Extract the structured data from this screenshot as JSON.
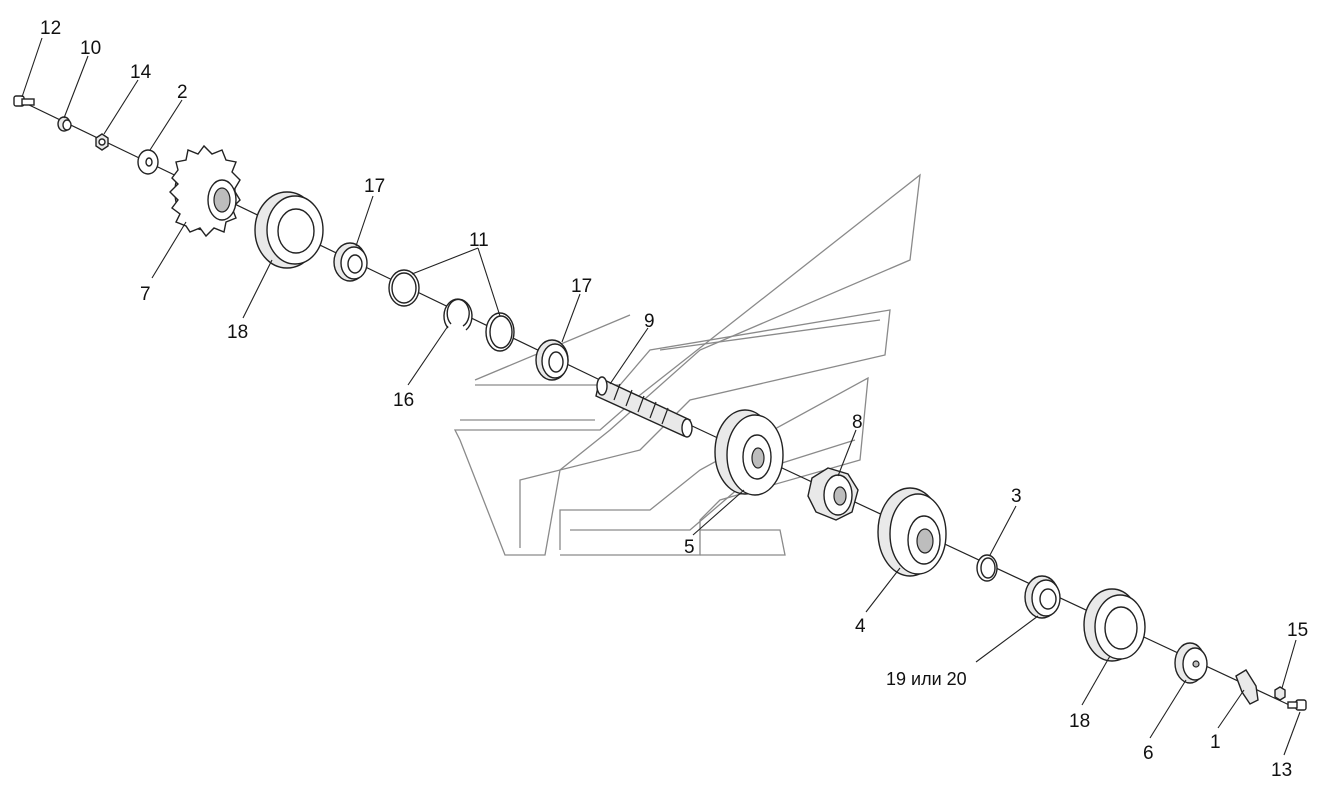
{
  "labels": {
    "p1": "1",
    "p2": "2",
    "p3": "3",
    "p4": "4",
    "p5": "5",
    "p6": "6",
    "p7": "7",
    "p8": "8",
    "p9": "9",
    "p10": "10",
    "p11": "11",
    "p12": "12",
    "p13": "13",
    "p14": "14",
    "p15": "15",
    "p16": "16",
    "p17a": "17",
    "p17b": "17",
    "p18a": "18",
    "p18b": "18",
    "p19": "19 или 20"
  },
  "colors": {
    "line": "#222222",
    "watermark": "#8a8a8a",
    "shade": "#e9e9e9"
  }
}
